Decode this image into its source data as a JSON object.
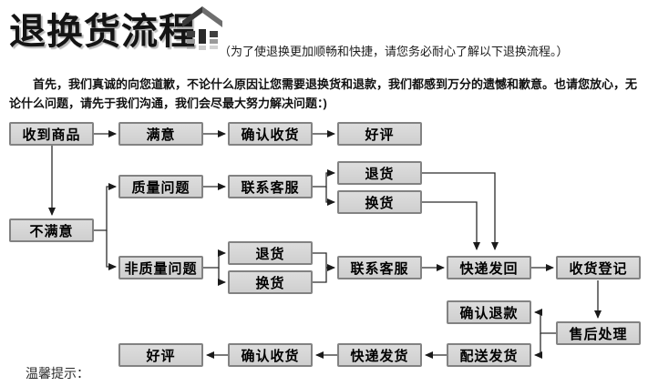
{
  "header": {
    "title": "退换货流程",
    "subtitle": "（为了使退换更加顺畅和快捷，请您务必耐心了解以下退换流程。）"
  },
  "intro": {
    "line1": "首先，我们真诚的向您道歉，不论什么原因让您需要退换货和退款，我们都感到万分的遗憾和歉意。也请您放心，无",
    "line2": "论什么问题，请先于我们沟通，我们会尽最大努力解决问题：)"
  },
  "flow": {
    "received": "收到商品",
    "satisfied": "满意",
    "confirm_receipt_1": "确认收货",
    "praise_1": "好评",
    "quality_issue": "质量问题",
    "contact_cs_1": "联系客服",
    "return_1": "退货",
    "exchange_1": "换货",
    "unsatisfied": "不满意",
    "non_quality_issue": "非质量问题",
    "return_2": "退货",
    "exchange_2": "换货",
    "contact_cs_2": "联系客服",
    "express_back": "快递发回",
    "receipt_register": "收货登记",
    "confirm_refund": "确认退款",
    "after_sale_handle": "售后处理",
    "dispatch_ship": "配送发货",
    "express_ship": "快递发货",
    "confirm_receipt_2": "确认收货",
    "praise_2": "好评"
  },
  "footer": {
    "tips": "温馨提示："
  },
  "colors": {
    "box_fill": "#d6d6d6",
    "box_border": "#828282",
    "connector": "#2b2b2b",
    "title_text": "#141414"
  }
}
